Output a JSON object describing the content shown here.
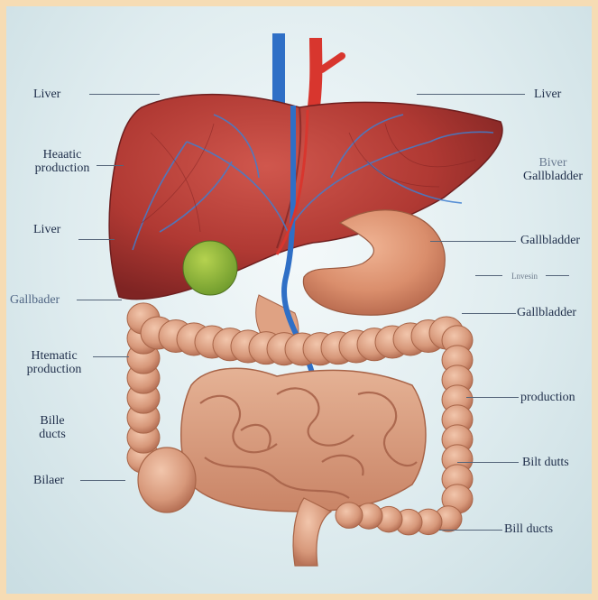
{
  "labels": {
    "liver_top_left": "Liver",
    "hepatic_production": [
      "Heaatic",
      "production"
    ],
    "liver_mid_left": "Liver",
    "gallbader_left": "Gallbader",
    "htematic_production": [
      "Htematic",
      "production"
    ],
    "bile_ducts_left": [
      "Bille",
      "ducts"
    ],
    "bilaer_left": "Bilaer",
    "liver_top_right": "Liver",
    "biver_gallbladder": [
      "Biver",
      "Gallbladder"
    ],
    "gallbladder_right_1": "Gallbladder",
    "tiny_label": "Lnvesin",
    "gallbladder_right_2": "Gallbladder",
    "production_right": "production",
    "bilt_dutts_right": "Bilt dutts",
    "bill_ducts_right": "Bill ducts"
  },
  "colors": {
    "border": "#f6dcb4",
    "liver": "#b23a35",
    "vein": "#3f7fd0",
    "artery": "#d8362e",
    "gallbladder": "#8bb83a",
    "intestine": "#d79a7c",
    "label_text": "#1f2e4a"
  }
}
